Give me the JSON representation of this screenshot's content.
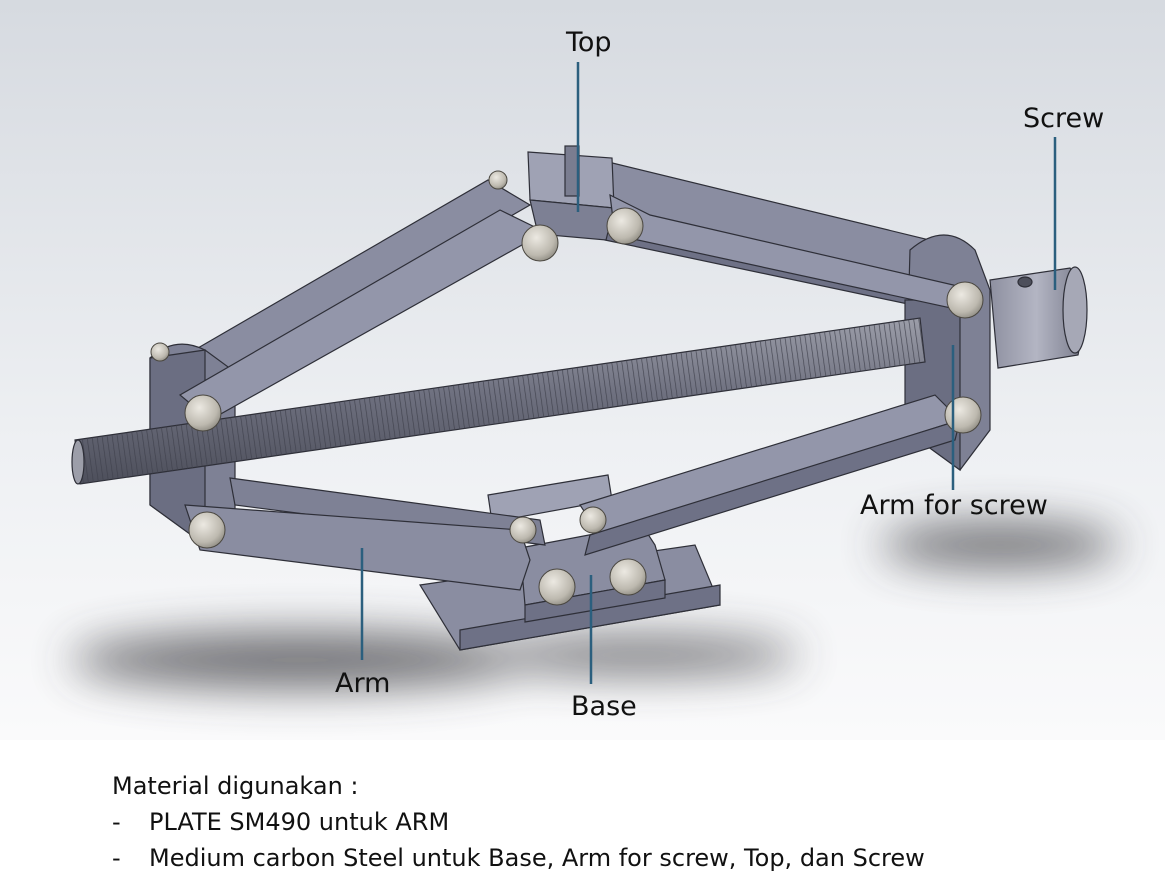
{
  "labels": {
    "top": "Top",
    "screw": "Screw",
    "arm_for_screw": "Arm for screw",
    "arm": "Arm",
    "base": "Base"
  },
  "notes": {
    "heading": "Material digunakan :",
    "items": [
      "PLATE SM490 untuk ARM",
      "Medium carbon Steel untuk Base, Arm for screw, Top, dan Screw"
    ],
    "bullet": "-"
  },
  "colors": {
    "part_face": "#8A8DA1",
    "part_dark": "#6E7186",
    "part_light": "#A9ABBD",
    "bolt": "#C9C6BE",
    "leader_line": "#2B5F7E",
    "background_top": "#D8DCE2"
  }
}
